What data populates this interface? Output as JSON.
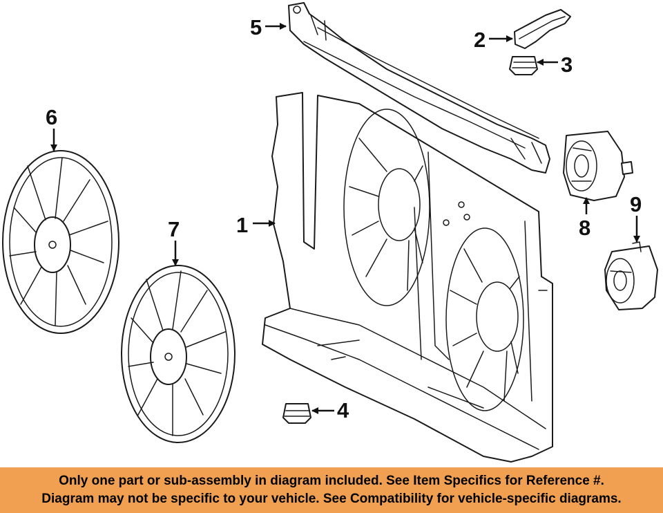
{
  "callouts": {
    "c1": "1",
    "c2": "2",
    "c3": "3",
    "c4": "4",
    "c5": "5",
    "c6": "6",
    "c7": "7",
    "c8": "8",
    "c9": "9"
  },
  "banner": {
    "line1": "Only one part or sub-assembly in diagram included. See Item Specifics for Reference #.",
    "line2": "Diagram may not be specific to your vehicle. See Compatibility for vehicle-specific diagrams."
  },
  "colors": {
    "banner_bg": "#f0a050",
    "line_art": "#1a1a1a",
    "background": "#ffffff"
  }
}
